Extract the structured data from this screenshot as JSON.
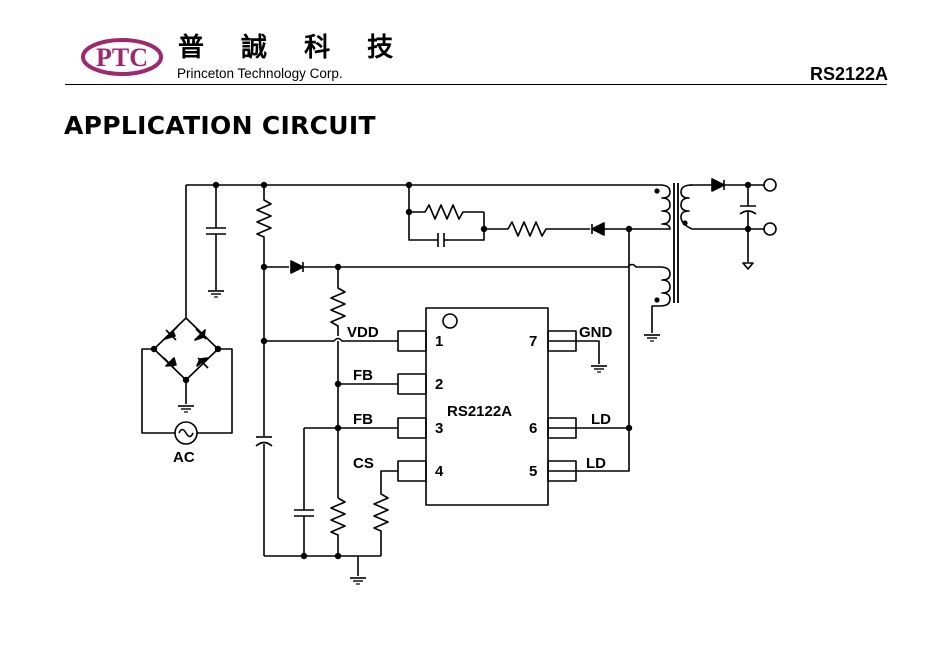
{
  "header": {
    "logo_text": "PTC",
    "company_name_cjk": "普 誠 科 技",
    "company_name": "Princeton Technology Corp.",
    "part_number": "RS2122A",
    "logo_color": "#a0266e"
  },
  "section_title": "APPLICATION CIRCUIT",
  "circuit": {
    "chip_name": "RS2122A",
    "pins": [
      {
        "number": "1",
        "label": "VDD"
      },
      {
        "number": "2",
        "label": "FB"
      },
      {
        "number": "3",
        "label": "FB"
      },
      {
        "number": "4",
        "label": "CS"
      },
      {
        "number": "5",
        "label": "LD"
      },
      {
        "number": "6",
        "label": "LD"
      },
      {
        "number": "7",
        "label": "GND"
      }
    ],
    "source_label": "AC"
  }
}
